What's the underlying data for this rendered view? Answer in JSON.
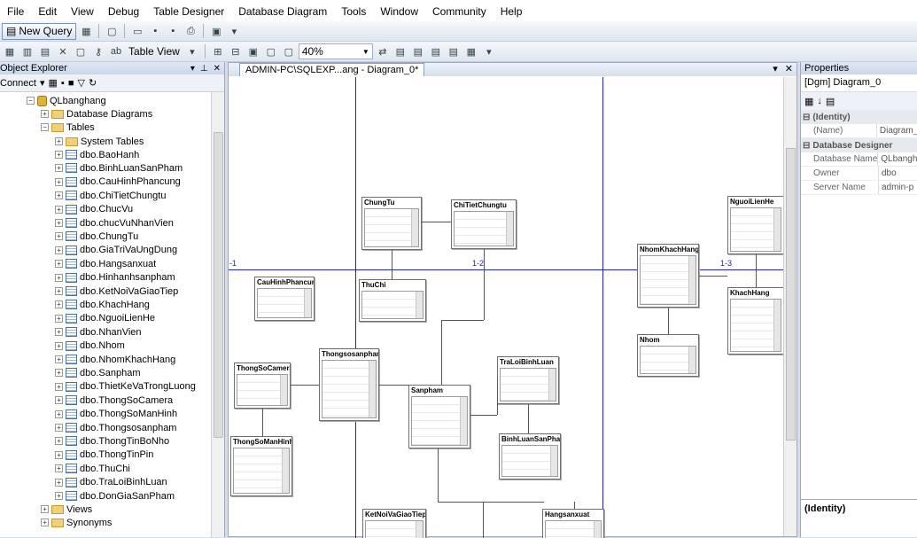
{
  "menu": [
    "File",
    "Edit",
    "View",
    "Debug",
    "Table Designer",
    "Database Diagram",
    "Tools",
    "Window",
    "Community",
    "Help"
  ],
  "toolbar": {
    "new_query": "New Query",
    "table_view": "Table View",
    "zoom": "40%"
  },
  "object_explorer": {
    "title": "Object Explorer",
    "connect": "Connect",
    "db": "QLbanghang",
    "database_diagrams": "Database Diagrams",
    "tables": "Tables",
    "system_tables": "System Tables",
    "table_items": [
      "dbo.BaoHanh",
      "dbo.BinhLuanSanPham",
      "dbo.CauHinhPhancung",
      "dbo.ChiTietChungtu",
      "dbo.ChucVu",
      "dbo.chucVuNhanVien",
      "dbo.ChungTu",
      "dbo.GiaTriVaUngDung",
      "dbo.Hangsanxuat",
      "dbo.Hinhanhsanpham",
      "dbo.KetNoiVaGiaoTiep",
      "dbo.KhachHang",
      "dbo.NguoiLienHe",
      "dbo.NhanVien",
      "dbo.Nhom",
      "dbo.NhomKhachHang",
      "dbo.Sanpham",
      "dbo.ThietKeVaTrongLuong",
      "dbo.ThongSoCamera",
      "dbo.ThongSoManHinh",
      "dbo.Thongsosanpham",
      "dbo.ThongTinBoNho",
      "dbo.ThongTinPin",
      "dbo.ThuChi",
      "dbo.TraLoiBinhLuan",
      "dbo.DonGiaSanPham"
    ],
    "views": "Views",
    "synonyms": "Synonyms"
  },
  "diagram": {
    "tab_title": "ADMIN-PC\\SQLEXP...ang - Diagram_0*",
    "page_labels": [
      "-1",
      "1-2",
      "1-3"
    ],
    "tables": [
      "ChungTu",
      "ChiTietChungtu",
      "CauHinhPhancung",
      "ThuChi",
      "NhomKhachHang",
      "NguoiLienHe",
      "KhachHang",
      "Nhom",
      "ThongSoCamera",
      "Thongsosanpham",
      "Sanpham",
      "TraLoiBinhLuan",
      "BinhLuanSanPham",
      "ThongSoManHinh",
      "KetNoiVaGiaoTiep",
      "Hangsanxuat"
    ]
  },
  "properties": {
    "title": "Properties",
    "object": "[Dgm] Diagram_0",
    "cat_identity": "(Identity)",
    "name_key": "(Name)",
    "name_val": "Diagram_",
    "cat_designer": "Database Designer",
    "dbname_key": "Database Name",
    "dbname_val": "QLbangh",
    "owner_key": "Owner",
    "owner_val": "dbo",
    "server_key": "Server Name",
    "server_val": "admin-p",
    "desc": "(Identity)"
  }
}
